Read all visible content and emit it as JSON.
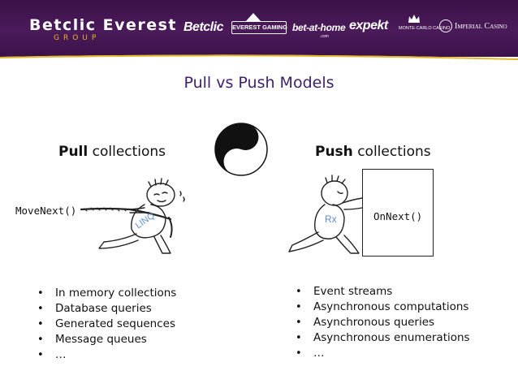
{
  "header": {
    "logo_main": "Betclic Everest",
    "logo_sub": "GROUP",
    "brands": {
      "betclic": "Betclic",
      "everest": "EVEREST GAMING",
      "betathome": "bet-at-home",
      "betathome_sub": ".com",
      "expekt": "expekt",
      "montecarlo": "MONTE-CARLO CASINO",
      "imperial": "Imperial Casino"
    },
    "colors": {
      "banner": "#3a1247",
      "accent": "#e5b72a",
      "title": "#3d1f6b"
    }
  },
  "title": "Pull vs Push Models",
  "pull": {
    "heading_bold": "Pull",
    "heading_rest": " collections",
    "method": "MoveNext()",
    "figure_label": "LINQ",
    "items": [
      "In memory collections",
      "Database queries",
      "Generated sequences",
      "Message queues",
      "…"
    ]
  },
  "push": {
    "heading_bold": "Push",
    "heading_rest": " collections",
    "method": "OnNext()",
    "figure_label": "Rx",
    "items": [
      "Event streams",
      "Asynchronous computations",
      "Asynchronous queries",
      "Asynchronous enumerations",
      "…"
    ]
  },
  "center_icon": "yin-yang-icon"
}
